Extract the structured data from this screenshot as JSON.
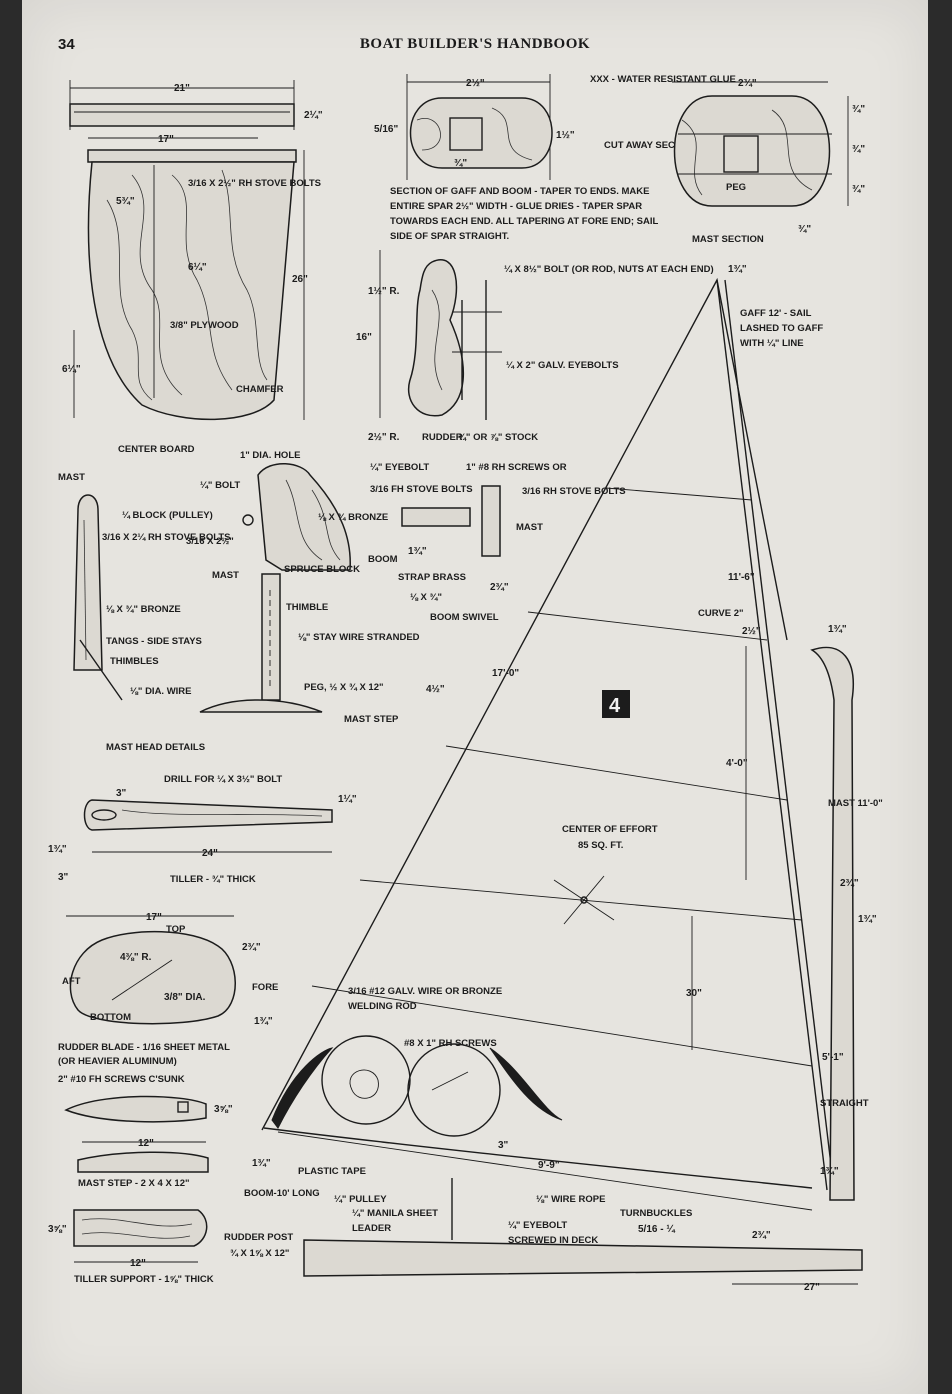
{
  "header": {
    "page_number": "34",
    "title": "BOAT BUILDER'S HANDBOOK"
  },
  "figure_badge": "4",
  "centerboard": {
    "caption": "CENTER BOARD",
    "width": "21\"",
    "top_thickness": "2¼\"",
    "inner_width": "17\"",
    "offset": "5¾\"",
    "height": "26\"",
    "mid": "6¼\"",
    "low": "6¼\"",
    "bolts": "3/16 X 2½\" RH STOVE BOLTS",
    "material": "3/8\" PLYWOOD",
    "edge": "CHAMFER"
  },
  "gaff_boom_section": {
    "width": "2½\"",
    "height": "1½\"",
    "side": "5/16\"",
    "inner": "¾\"",
    "glue": "XXX - WATER RESISTANT GLUE",
    "cutaway": "CUT AWAY SECTIONS",
    "note": "SECTION OF GAFF AND BOOM - TAPER TO ENDS. MAKE ENTIRE SPAR 2½\" WIDTH - GLUE DRIES - TAPER SPAR TOWARDS EACH END. ALL TAPERING AT FORE END; SAIL SIDE OF SPAR STRAIGHT."
  },
  "mast_section": {
    "caption": "MAST SECTION",
    "width": "2¾\"",
    "d1": "¾\"",
    "d2": "¾\"",
    "d3": "¾\"",
    "d4": "¾\"",
    "peg": "PEG"
  },
  "rudder": {
    "caption": "RUDDER",
    "stock": "¾\" OR ⅞\" STOCK",
    "radius_top": "1½\" R.",
    "radius_bottom": "2½\" R.",
    "height": "16\"",
    "bolt": "¼ X 8½\" BOLT (OR ROD, NUTS AT EACH END)",
    "eyebolts": "¼ X 2\" GALV. EYEBOLTS"
  },
  "mast_head": {
    "caption": "MAST HEAD DETAILS",
    "mast": "MAST",
    "hole": "1\" DIA. HOLE",
    "bolt": "¼\" BOLT",
    "block": "¼ BLOCK (PULLEY)",
    "bolt2": "3/16 X 2½\"",
    "bronze": "⅛ X ¾ BRONZE",
    "spruce": "SPRUCE BLOCK",
    "mast2": "MAST",
    "thimble": "THIMBLE",
    "stay": "⅛\" STAY WIRE STRANDED",
    "peg": "PEG, ½ X ¾ X 12\"",
    "step": "MAST STEP",
    "stove": "3/16 X 2¼ RH STOVE BOLTS",
    "bronze2": "⅛ X ¾\" BRONZE",
    "tangs": "TANGS - SIDE STAYS",
    "thimbles": "THIMBLES",
    "wire": "⅛\" DIA. WIRE"
  },
  "boom_swivel": {
    "caption": "BOOM SWIVEL",
    "eyebolt": "¼\" EYEBOLT",
    "screws": "1\" #8 RH SCREWS OR",
    "fh": "3/16 FH STOVE BOLTS",
    "rh": "3/16 RH STOVE BOLTS",
    "mast": "MAST",
    "boom": "BOOM",
    "d1": "1¾\"",
    "strap": "STRAP BRASS",
    "strap_size": "⅛ X ¾\"",
    "d2": "2¾\""
  },
  "tiller": {
    "caption": "TILLER - ¾\" THICK",
    "drill": "DRILL FOR ¼ X 3½\" BOLT",
    "d1": "3\"",
    "d2": "1¼\"",
    "d3": "1¾\"",
    "length": "24\"",
    "d4": "3\""
  },
  "rudder_blade": {
    "width": "17\"",
    "top": "TOP",
    "aft": "AFT",
    "fore": "FORE",
    "bottom": "BOTTOM",
    "radius": "4⅜\" R.",
    "hole": "3/8\" DIA.",
    "h1": "2¾\"",
    "h2": "1¾\"",
    "note1": "RUDDER BLADE - 1/16 SHEET METAL",
    "note2": "(OR HEAVIER ALUMINUM)",
    "note3": "2\" #10 FH SCREWS C'SUNK"
  },
  "mast_step": {
    "caption": "MAST STEP - 2 X 4 X 12\"",
    "len": "12\"",
    "h": "3⅝\""
  },
  "tiller_support": {
    "caption": "TILLER SUPPORT - 1⅝\" THICK",
    "len": "12\"",
    "h": "3⅝\""
  },
  "rudder_post": {
    "label": "RUDDER POST",
    "size": "¾ X 1⅝ X 12\""
  },
  "sail": {
    "top": "1¾\"",
    "gaff": "GAFF 12' - SAIL LASHED TO GAFF WITH ¼\" LINE",
    "d_11_6": "11'-6\"",
    "curve": "CURVE 2\"",
    "d_2_5": "2½\"",
    "d_1_75": "1¾\"",
    "luff": "17'-0\"",
    "d_4_5": "4½\"",
    "d_4_0": "4'-0\"",
    "mast": "MAST 11'-0\"",
    "center": "CENTER OF EFFORT",
    "area": "85 SQ. FT.",
    "d_2_75a": "2¾\"",
    "d_1_75b": "1¾\"",
    "d_30": "30\"",
    "d_5_1": "5'-1\"",
    "straight": "STRAIGHT",
    "wire": "3/16 #12 GALV. WIRE OR BRONZE WELDING ROD",
    "screws": "#8 X 1\" RH SCREWS",
    "d_3": "3\"",
    "foot": "9'-9\"",
    "tape": "PLASTIC TAPE",
    "boom": "BOOM-10' LONG",
    "boom_d": "1¾\"",
    "pulley": "¼\" PULLEY",
    "manila": "¼\" MANILA SHEET LEADER",
    "wire_rope": "⅛\" WIRE ROPE",
    "eyebolt": "¼\" EYEBOLT SCREWED IN DECK",
    "turnbuckles": "TURNBUCKLES",
    "tb_size": "5/16 - ¼",
    "d_2_75c": "2¾\"",
    "d_1_75c": "1¾\"",
    "d_27": "27\""
  }
}
